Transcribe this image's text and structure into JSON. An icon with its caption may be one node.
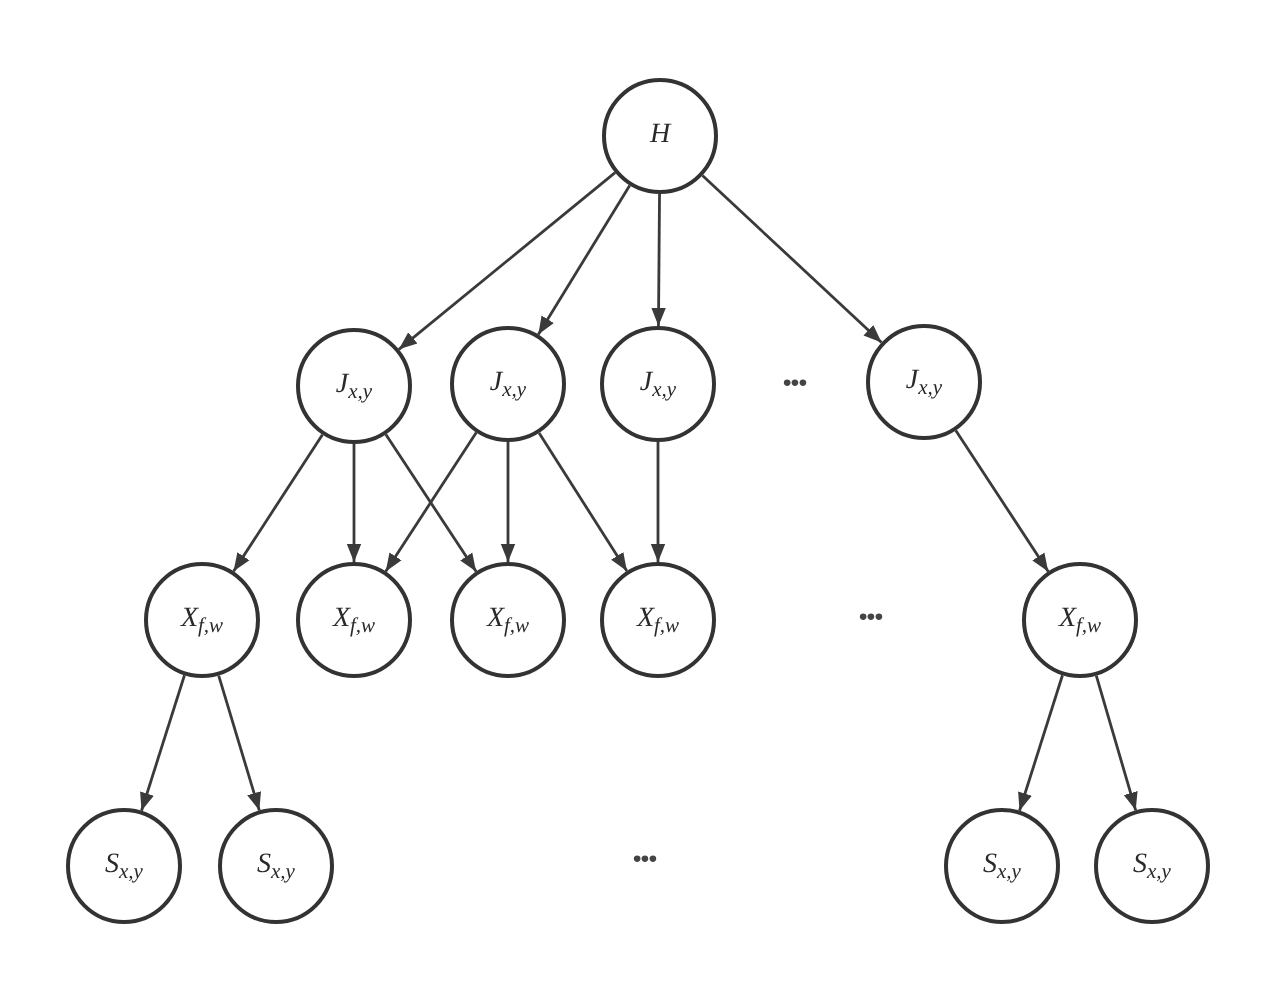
{
  "diagram": {
    "nodes": [
      {
        "text": [
          "H"
        ]
      },
      {
        "text": [
          "J$_{x,y}$"
        ]
      },
      {
        "text": [
          "J$_{x,y}$"
        ]
      },
      {
        "text": [
          "J$_{x,y}$"
        ]
      },
      {
        "text": [
          "J$_{x,y}$"
        ]
      },
      {
        "text": [
          "X$_{f,w}$"
        ]
      },
      {
        "text": [
          "X$_{f,w}$"
        ]
      },
      {
        "text": [
          "X$_{f,w}$"
        ]
      },
      {
        "text": [
          "X$_{f,w}$"
        ]
      },
      {
        "text": [
          "X$_{f,w}$"
        ]
      },
      {
        "text": [
          "S$_{x,y}$"
        ]
      },
      {
        "text": [
          "S$_{x,y}$"
        ]
      },
      {
        "text": [
          "S$_{x,y}$"
        ]
      },
      {
        "text": [
          "S$_{x,y}$"
        ]
      }
    ],
    "edges": [
      {
        "from": 0,
        "to": 1,
        "arrow": "to"
      },
      {
        "from": 0,
        "to": 2,
        "arrow": "to"
      },
      {
        "from": 0,
        "to": 3,
        "arrow": "to"
      },
      {
        "from": 0,
        "to": 4,
        "arrow": "to"
      },
      {
        "from": 1,
        "to": 5,
        "arrow": "to"
      },
      {
        "from": 1,
        "to": 6,
        "arrow": "to"
      },
      {
        "from": 1,
        "to": 7,
        "arrow": "to"
      },
      {
        "from": 2,
        "to": 6,
        "arrow": "to"
      },
      {
        "from": 2,
        "to": 7,
        "arrow": "to"
      },
      {
        "from": 2,
        "to": 8,
        "arrow": "to"
      },
      {
        "from": 3,
        "to": 8,
        "arrow": "to"
      },
      {
        "from": 4,
        "to": 9,
        "arrow": "to"
      },
      {
        "from": 5,
        "to": 10,
        "arrow": "to"
      },
      {
        "from": 5,
        "to": 11,
        "arrow": "to"
      },
      {
        "from": 9,
        "to": 12,
        "arrow": "to"
      },
      {
        "from": 9,
        "to": 13,
        "arrow": "to"
      }
    ],
    "labels": [
      "•••",
      "•••",
      "•••"
    ]
  }
}
